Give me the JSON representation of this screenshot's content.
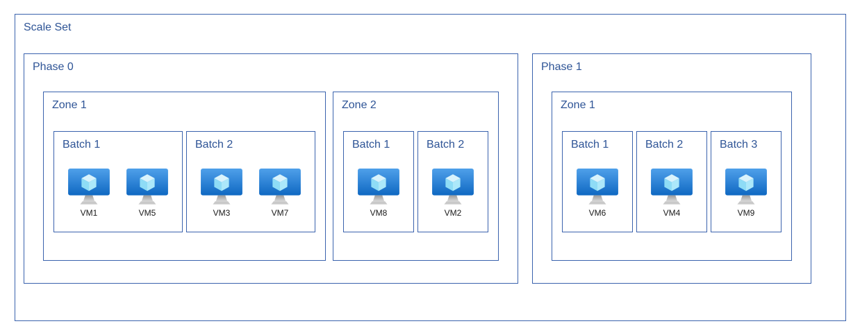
{
  "diagram": {
    "scale_set_label": "Scale Set",
    "colors": {
      "border": "#3a62ad",
      "heading": "#2e5496",
      "vm_label": "#1a1a1a",
      "vm_screen_top": "#4fa0ea",
      "vm_screen_bottom": "#0f68c2",
      "vm_cube_top": "#d9f3fc",
      "vm_cube_left": "#8edcf6",
      "vm_cube_right": "#ace8fa",
      "vm_stand_top": "#9c9c9c",
      "vm_stand_bottom": "#d9d9d9",
      "vm_base": "#c9c9c9"
    },
    "icons": {
      "vm_icon_name": "virtual-machine-icon"
    },
    "phases": [
      {
        "label": "Phase 0",
        "zones": [
          {
            "label": "Zone 1",
            "batches": [
              {
                "label": "Batch 1",
                "vms": [
                  "VM1",
                  "VM5"
                ]
              },
              {
                "label": "Batch 2",
                "vms": [
                  "VM3",
                  "VM7"
                ]
              }
            ]
          },
          {
            "label": "Zone 2",
            "batches": [
              {
                "label": "Batch 1",
                "vms": [
                  "VM8"
                ]
              },
              {
                "label": "Batch 2",
                "vms": [
                  "VM2"
                ]
              }
            ]
          }
        ]
      },
      {
        "label": "Phase 1",
        "zones": [
          {
            "label": "Zone 1",
            "batches": [
              {
                "label": "Batch 1",
                "vms": [
                  "VM6"
                ]
              },
              {
                "label": "Batch 2",
                "vms": [
                  "VM4"
                ]
              },
              {
                "label": "Batch 3",
                "vms": [
                  "VM9"
                ]
              }
            ]
          }
        ]
      }
    ]
  }
}
